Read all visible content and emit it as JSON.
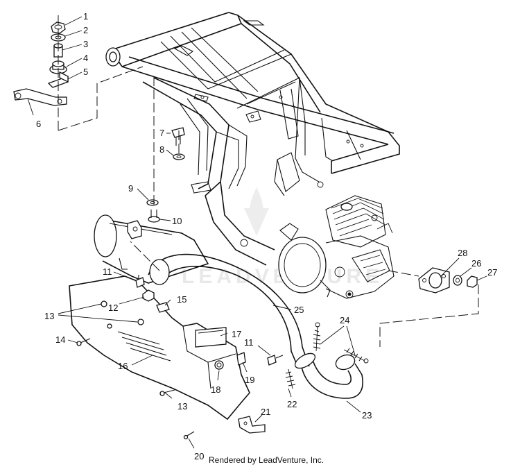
{
  "watermark": "LEADVENTURE",
  "footer_text": "Rendered by LeadVenture, Inc.",
  "callouts": {
    "c1": "1",
    "c2": "2",
    "c3": "3",
    "c4": "4",
    "c5": "5",
    "c6": "6",
    "c7": "7",
    "c8": "8",
    "c9": "9",
    "c10": "10",
    "c11a": "11",
    "c11b": "11",
    "c12": "12",
    "c13a": "13",
    "c13b": "13",
    "c14": "14",
    "c15": "15",
    "c16": "16",
    "c17": "17",
    "c18": "18",
    "c19": "19",
    "c20": "20",
    "c21": "21",
    "c22": "22",
    "c23": "23",
    "c24": "24",
    "c25": "25",
    "c26": "26",
    "c27": "27",
    "c28": "28"
  }
}
